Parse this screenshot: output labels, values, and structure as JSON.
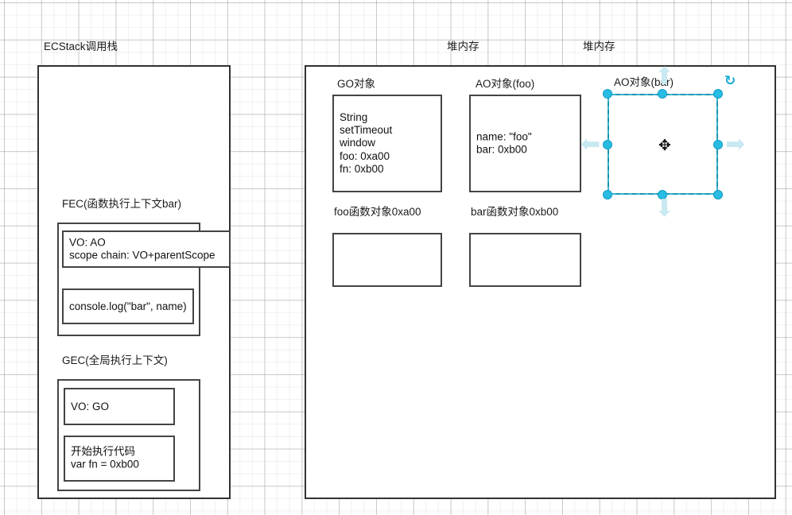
{
  "canvas": {
    "grid": "graph-paper",
    "background": "#ffffff",
    "minor_grid_color": "#e8e8e4",
    "major_grid_color": "#cfcfca"
  },
  "theme": {
    "stroke": "#333333",
    "text": "#111111",
    "selection_handle": "#29bce3",
    "selection_outline": "#1aa7c8",
    "ghost_arrow": "#c9e9f2",
    "rotate_icon": "#18a9d2"
  },
  "labels": {
    "ecstack": "ECStack调用栈",
    "heap_left": "堆内存",
    "heap_right": "堆内存"
  },
  "stack": {
    "fec": {
      "title": "FEC(函数执行上下文bar)",
      "vo_box": "VO: AO\nscope chain: VO+parentScope",
      "code_box": "console.log(\"bar\", name)"
    },
    "gec": {
      "title": "GEC(全局执行上下文)",
      "vo_box": "VO: GO",
      "code_box": "开始执行代码\nvar fn = 0xb00"
    }
  },
  "heap": {
    "go_object": {
      "title": "GO对象",
      "body": "String\nsetTimeout\nwindow\nfoo: 0xa00\nfn: 0xb00"
    },
    "ao_foo": {
      "title": "AO对象(foo)",
      "body": "name: \"foo\"\nbar: 0xb00"
    },
    "ao_bar": {
      "title": "AO对象(bar)",
      "body": "",
      "selected": true
    },
    "foo_fn_object": {
      "title": "foo函数对象0xa00",
      "body": ""
    },
    "bar_fn_object": {
      "title": "bar函数对象0xb00",
      "body": ""
    }
  },
  "selection": {
    "rotate_glyph": "↻",
    "move_glyph": "✥",
    "arrow_up": "⬆",
    "arrow_down": "⬇",
    "arrow_left": "⬅",
    "arrow_right": "➡"
  }
}
